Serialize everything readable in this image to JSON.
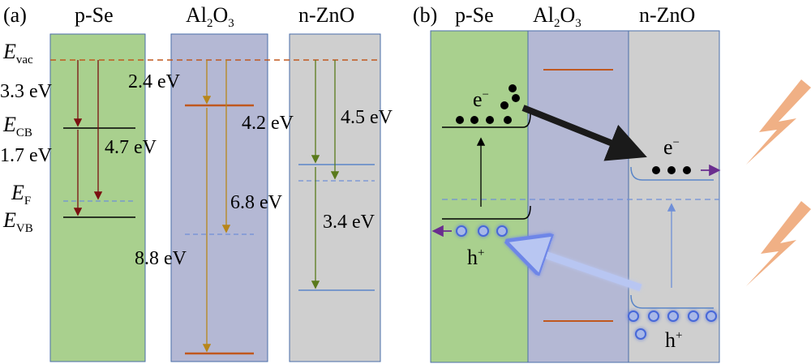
{
  "colors": {
    "se_fill": "#a9d08e",
    "al_fill": "#b4b8d4",
    "zno_fill": "#cfcfcf",
    "panel_stroke": "#4a6ea8",
    "vac_line": "#c0581f",
    "dashed_blue": "#6f8fd8",
    "brown_arrow": "#7a1010",
    "gold_arrow": "#b8861a",
    "olive_arrow": "#5a7a1c",
    "level_orange": "#c0581f",
    "level_blue": "#5b86c8",
    "bolt": "#f0b085",
    "hole_glow": "#6e86e8",
    "accent_purple": "#6a2d8f"
  },
  "panel_a": {
    "tag": "(a)",
    "col_se": "p-Se",
    "col_al_main": "Al",
    "col_al_sub1": "2",
    "col_al_mid": "O",
    "col_al_sub2": "3",
    "col_zno": "n-ZnO",
    "e_letter": "E",
    "sub_vac": "vac",
    "sub_cb": "CB",
    "sub_f": "F",
    "sub_vb": "VB",
    "v_se_cb": "3.3 eV",
    "v_se_gap": "1.7 eV",
    "v_se_vb": "4.7 eV",
    "v_al_cb": "2.4 eV",
    "v_al_f": "6.8 eV",
    "v_al_vb": "8.8 eV",
    "v_zno_cb": "4.2 eV",
    "v_zno_f": "4.5 eV",
    "v_zno_vb": "3.4 eV"
  },
  "panel_b": {
    "tag": "(b)",
    "col_se": "p-Se",
    "col_al_main": "Al",
    "col_al_sub1": "2",
    "col_al_mid": "O",
    "col_al_sub2": "3",
    "col_zno": "n-ZnO",
    "electron": "e",
    "minus": "−",
    "hole": "h",
    "plus": "+"
  }
}
